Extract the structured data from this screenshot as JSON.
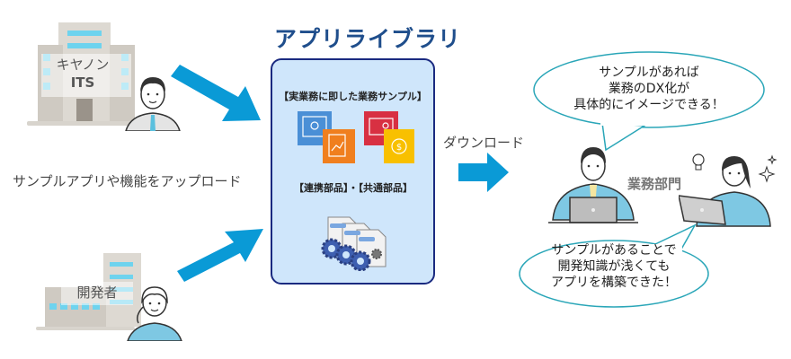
{
  "title": "アプリライブラリ",
  "library": {
    "section1": "【実業務に即した業務サンプル】",
    "section2": "【連携部品】・【共通部品】"
  },
  "left": {
    "company_label_line1": "キヤノン",
    "company_label_line2": "ITS",
    "upload_label": "サンプルアプリや機能をアップロード",
    "developer_label": "開発者"
  },
  "download_label": "ダウンロード",
  "right": {
    "department_label": "業務部門",
    "bubble_top": [
      "サンプルがあれば",
      "業務のDX化が",
      "具体的にイメージできる！"
    ],
    "bubble_bottom": [
      "サンプルがあることで",
      "開発知識が浅くても",
      "アプリを構築できた！"
    ]
  },
  "colors": {
    "arrow": "#0a9ad6",
    "title": "#1f4e8c",
    "library_bg": "#cfe6fb",
    "library_border": "#1a2a80",
    "bubble_border": "#2aa6b8"
  }
}
